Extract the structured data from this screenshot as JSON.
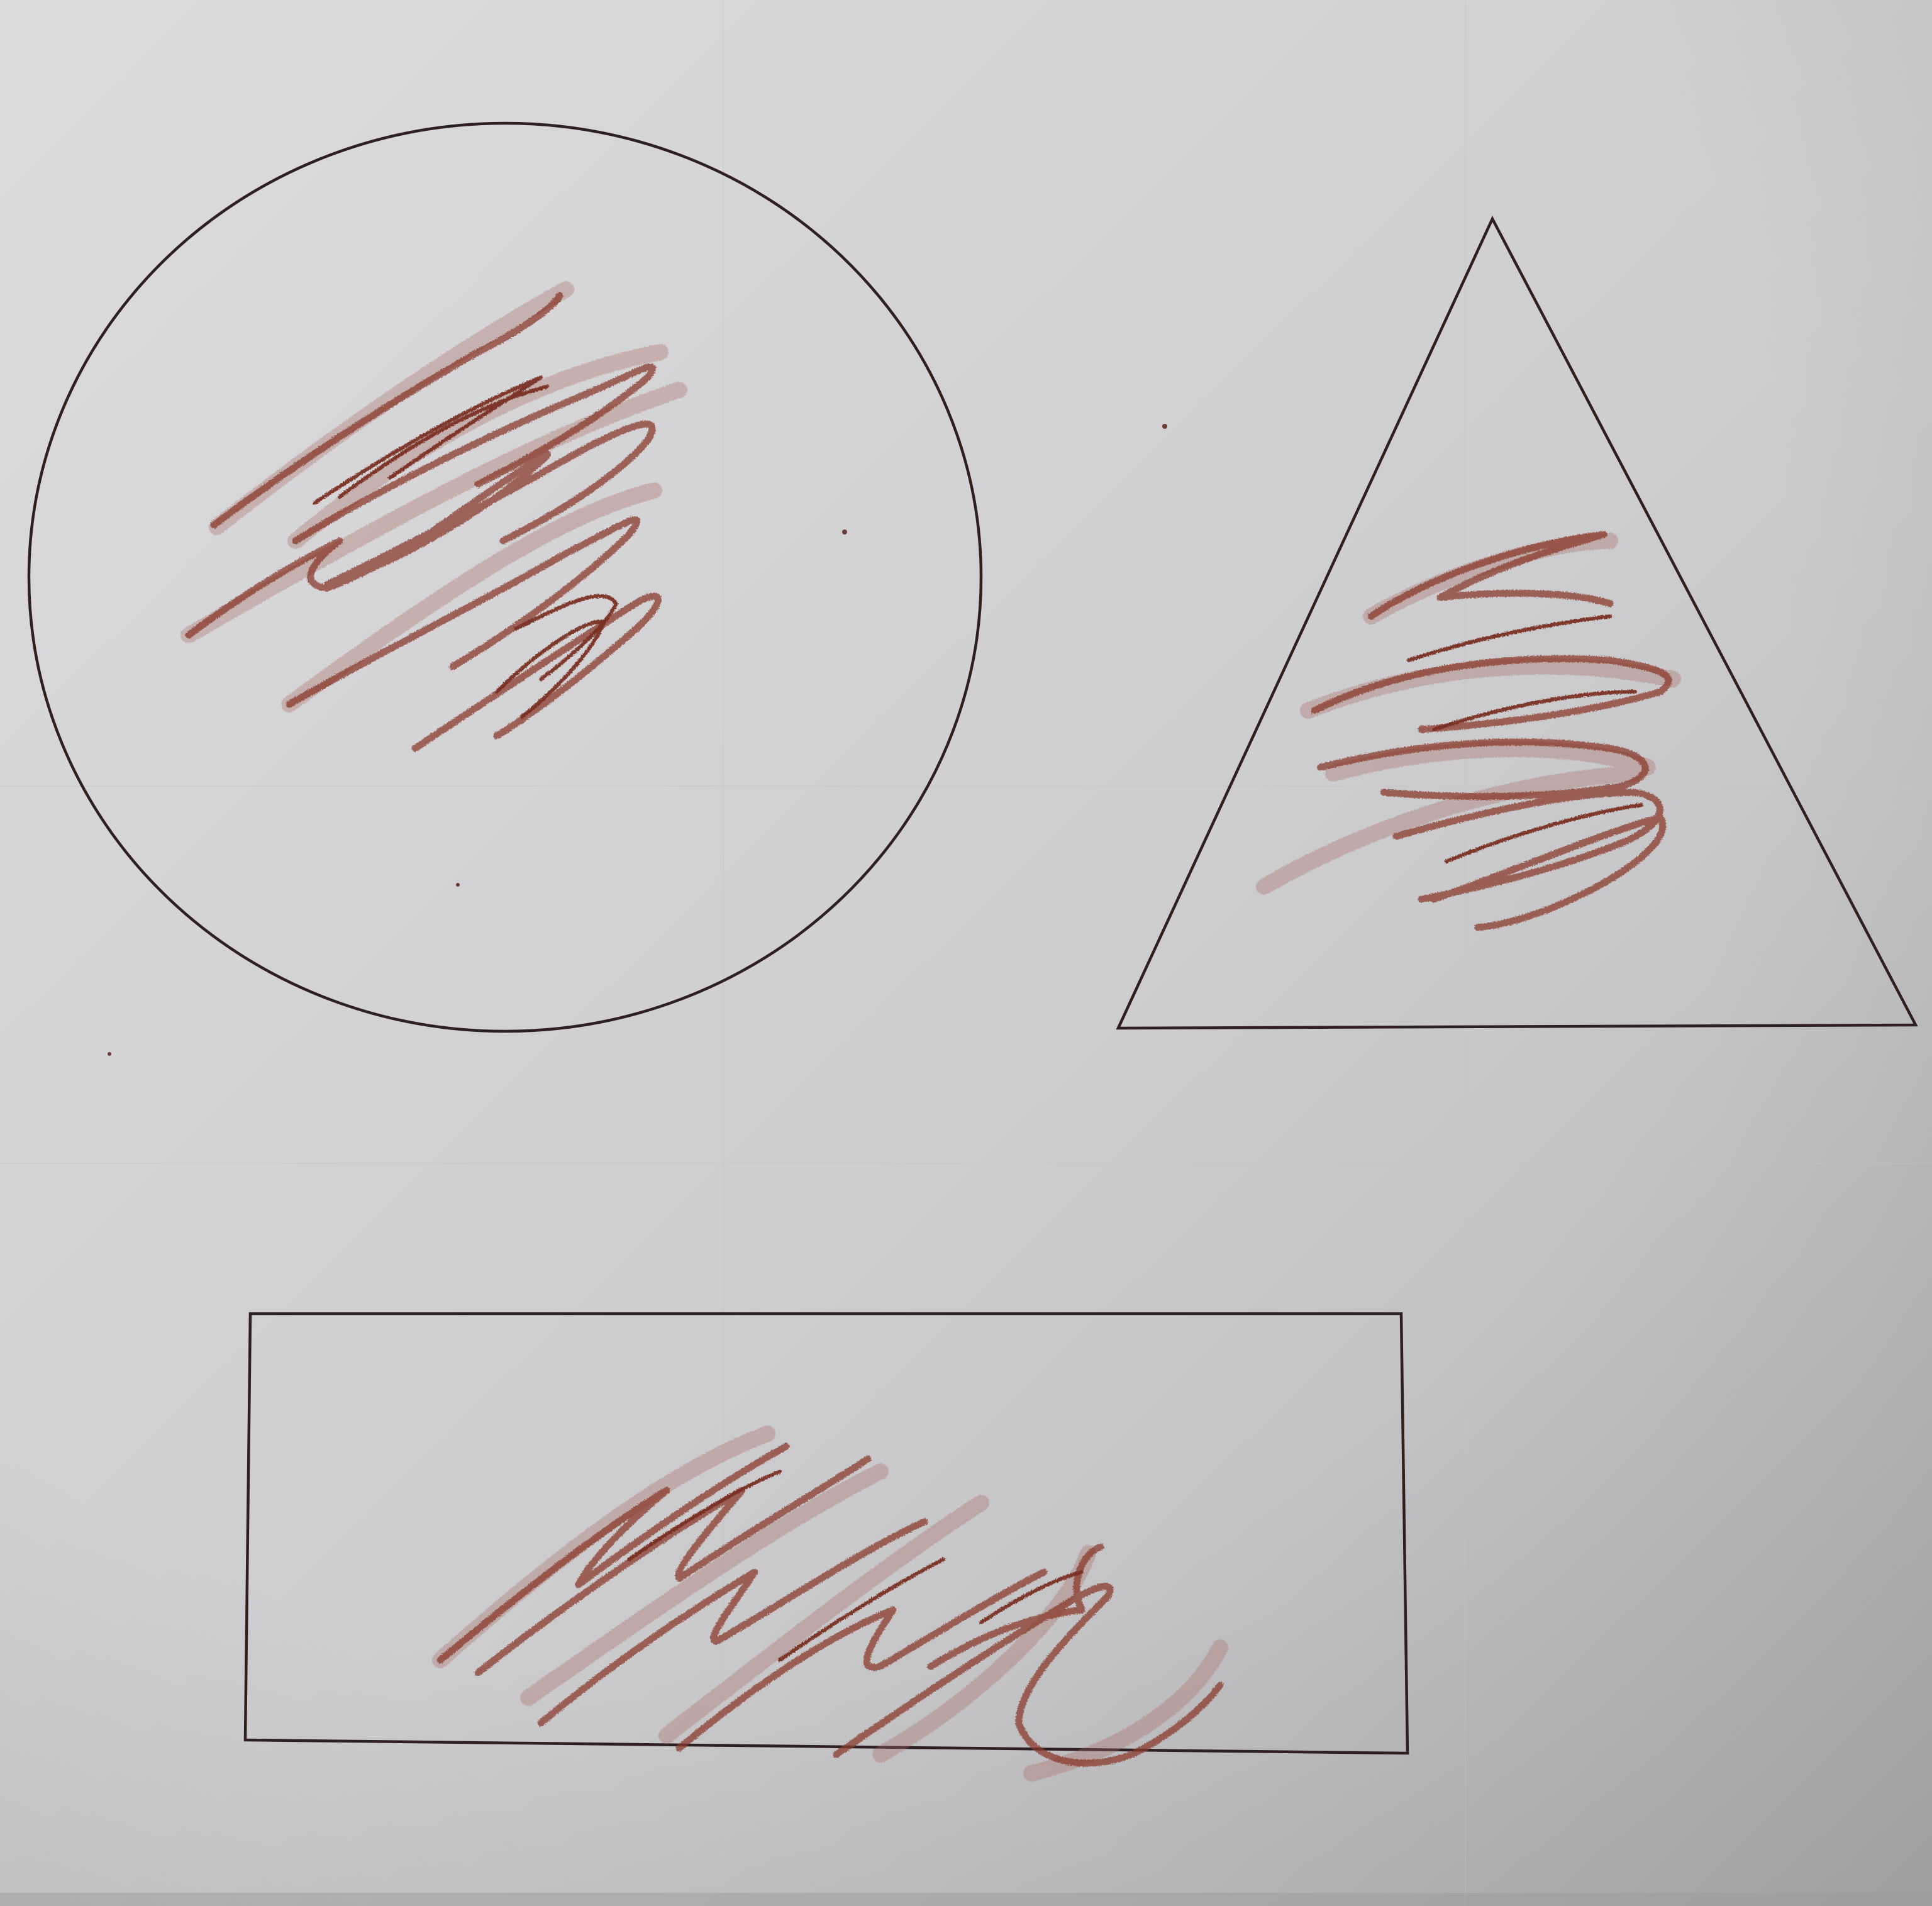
{
  "scene": {
    "description_free": true,
    "paper_color": "#d2d2d4",
    "paper_shade_color": "#b8b8ba",
    "outline_color": "#2e1f22",
    "pencil_color": "#8a3a2b",
    "pencil_light_color": "#a56a62"
  },
  "shapes": [
    {
      "kind": "circle",
      "name": "circle-shape",
      "colored": true
    },
    {
      "kind": "triangle",
      "name": "triangle-shape",
      "colored": true
    },
    {
      "kind": "rectangle",
      "name": "rectangle-shape",
      "colored": true
    }
  ]
}
